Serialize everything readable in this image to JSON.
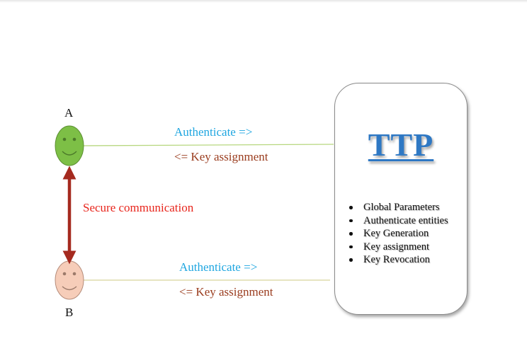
{
  "nodes": {
    "a": {
      "label": "A",
      "color": "#7dbf46"
    },
    "b": {
      "label": "B",
      "color": "#f6cdb9"
    }
  },
  "links": {
    "a_authenticate": "Authenticate =>",
    "a_key_assignment": "<= Key assignment",
    "b_authenticate": "Authenticate =>",
    "b_key_assignment": "<= Key assignment",
    "secure_communication": "Secure communication"
  },
  "ttp": {
    "title": "TTP",
    "items": [
      "Global Parameters",
      "Authenticate entities",
      "Key Generation",
      "Key assignment",
      "Key Revocation"
    ]
  },
  "colors": {
    "authenticate_text": "#1fa6e0",
    "key_assignment_text": "#9a3c1e",
    "secure_text": "#e8251c",
    "arrow": "#a52a1f",
    "title": "#2e78c4",
    "line_a": "#b7d77f",
    "line_b": "#d8d49a"
  }
}
